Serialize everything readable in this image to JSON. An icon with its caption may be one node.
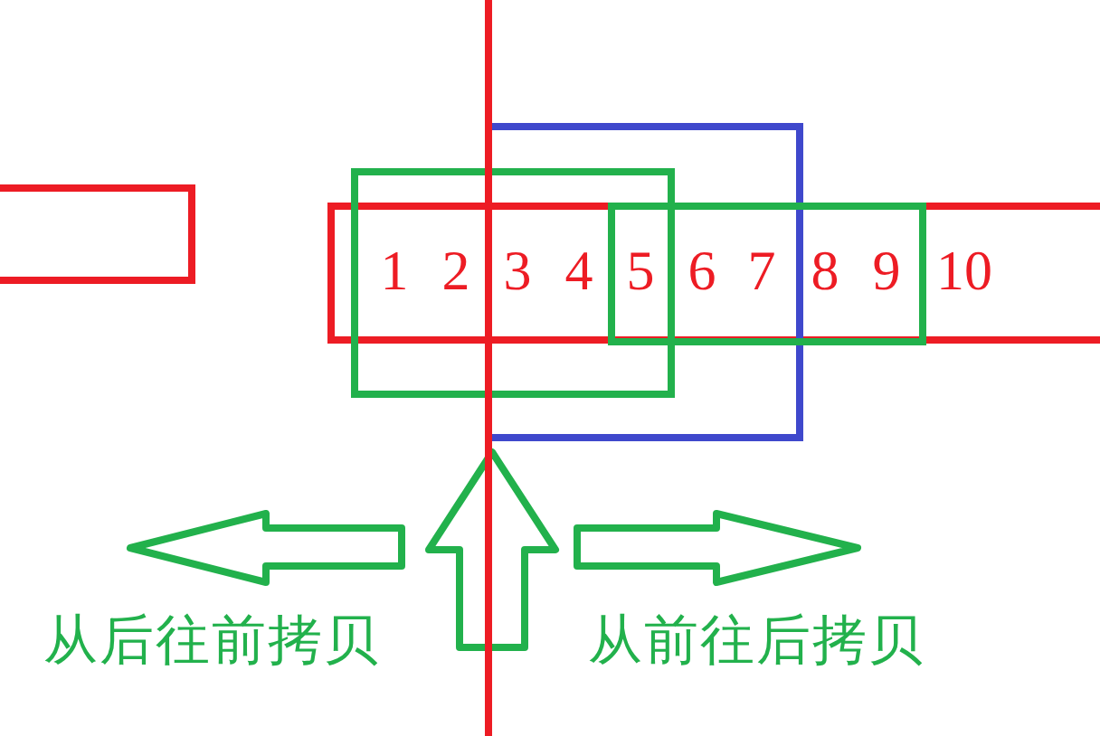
{
  "diagram": {
    "nodes": [
      {
        "text": [],
        "shape": "box"
      },
      {
        "text": [
          "1",
          "2",
          "3",
          "4",
          "5",
          "6",
          "7",
          "8",
          "9",
          "10"
        ]
      }
    ],
    "labels": [
      "从后往前拷贝",
      "从前往后拷贝"
    ]
  }
}
